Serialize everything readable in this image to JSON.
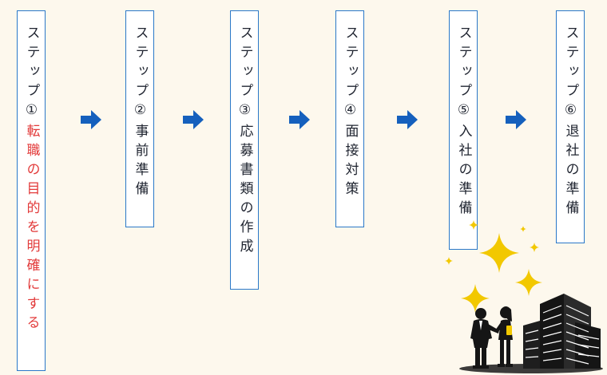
{
  "steps": [
    {
      "prefix": "ステップ①",
      "title": "転職の目的を明確にする"
    },
    {
      "prefix": "ステップ②",
      "title": "事前準備"
    },
    {
      "prefix": "ステップ③",
      "title": "応募書類の作成"
    },
    {
      "prefix": "ステップ④",
      "title": "面接対策"
    },
    {
      "prefix": "ステップ⑤",
      "title": "入社の準備"
    },
    {
      "prefix": "ステップ⑥",
      "title": "退社の準備"
    }
  ],
  "colors": {
    "background": "#fdf8ed",
    "box_border": "#2a78c8",
    "arrow": "#1560bd",
    "highlight_text": "#e23a3a",
    "sparkle": "#f2c800"
  },
  "icons": [
    "arrow-right-icon",
    "sparkle-icon",
    "handshake-illustration",
    "office-building-icon"
  ]
}
